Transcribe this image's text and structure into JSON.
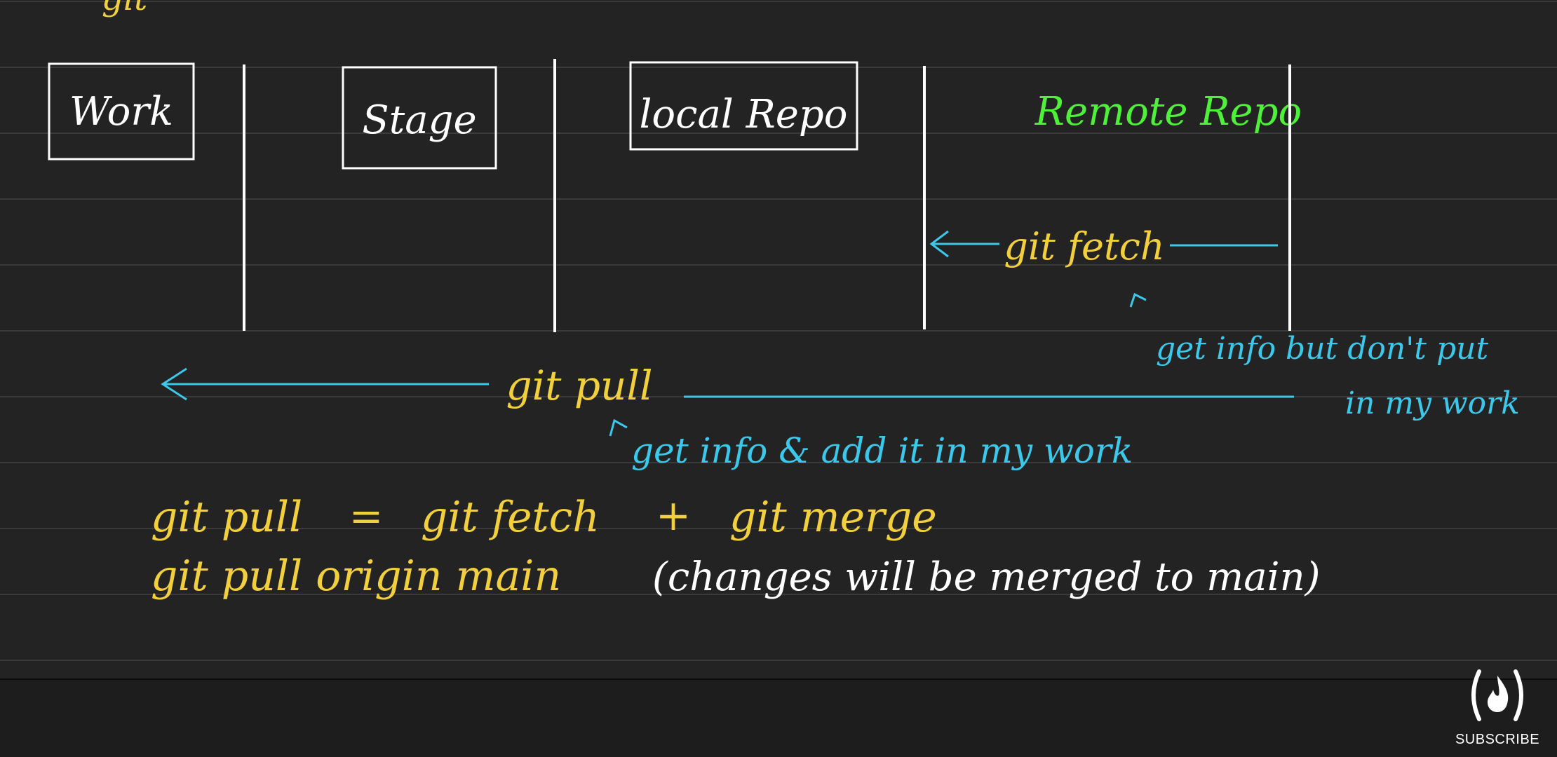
{
  "colors": {
    "background": "#232323",
    "ruled_line": "#3a3a3a",
    "chalk_white": "#ffffff",
    "yellow": "#f2cf3c",
    "cyan": "#3cc8ea",
    "green": "#4ff03a"
  },
  "top_fragment": "git",
  "areas": {
    "work": "Work",
    "stage": "Stage",
    "local_repo": "local Repo",
    "remote_repo": "Remote Repo"
  },
  "fetch": {
    "label": "git fetch",
    "note_line1": "get info but don't put",
    "note_line2": "in my work"
  },
  "pull": {
    "label": "git pull",
    "note": "get info & add it in my work"
  },
  "equations": {
    "line1_lhs": "git pull",
    "line1_eq": "=",
    "line1_fetch": "git fetch",
    "line1_plus": "+",
    "line1_merge": "git merge",
    "line2_cmd": "git pull origin main",
    "line2_note": "(changes will be merged to main)"
  },
  "subscribe": {
    "label": "SUBSCRIBE",
    "icon": "freecodecamp-flame-icon"
  }
}
